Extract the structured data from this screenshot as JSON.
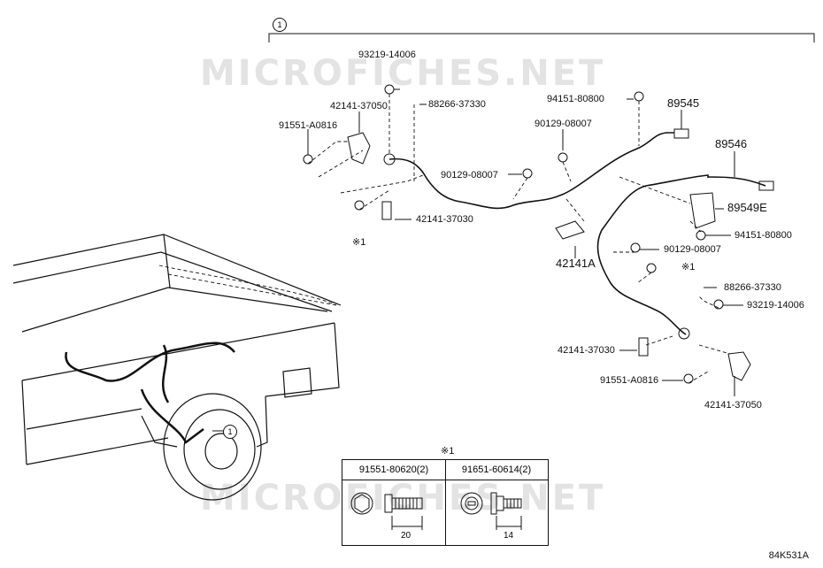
{
  "watermark": "MICROFICHES.NET",
  "group_callout": "1",
  "part_labels": {
    "p93219_top": "93219-14006",
    "p88266_top": "88266-37330",
    "p42141_37050_top": "42141-37050",
    "p91551_top": "91551-A0816",
    "p90129_mid": "90129-08007",
    "p90129_top": "90129-08007",
    "p94151_top": "94151-80800",
    "p89545": "89545",
    "p89546": "89546",
    "p42141_37030_left": "42141-37030",
    "p89549e": "89549E",
    "p94151_right": "94151-80800",
    "p90129_right": "90129-08007",
    "p42141a": "42141A",
    "p88266_right": "88266-37330",
    "p93219_right": "93219-14006",
    "p42141_37030_right": "42141-37030",
    "p91551_right": "91551-A0816",
    "p42141_37050_right": "42141-37050"
  },
  "note_markers": {
    "left": "※1",
    "right": "※1",
    "table": "※1"
  },
  "truck_callout": "1",
  "fastener_table": {
    "col1_header": "91551-80620(2)",
    "col1_dim": "20",
    "col2_header": "91651-60614(2)",
    "col2_dim": "14"
  },
  "figure_code": "84K531A"
}
